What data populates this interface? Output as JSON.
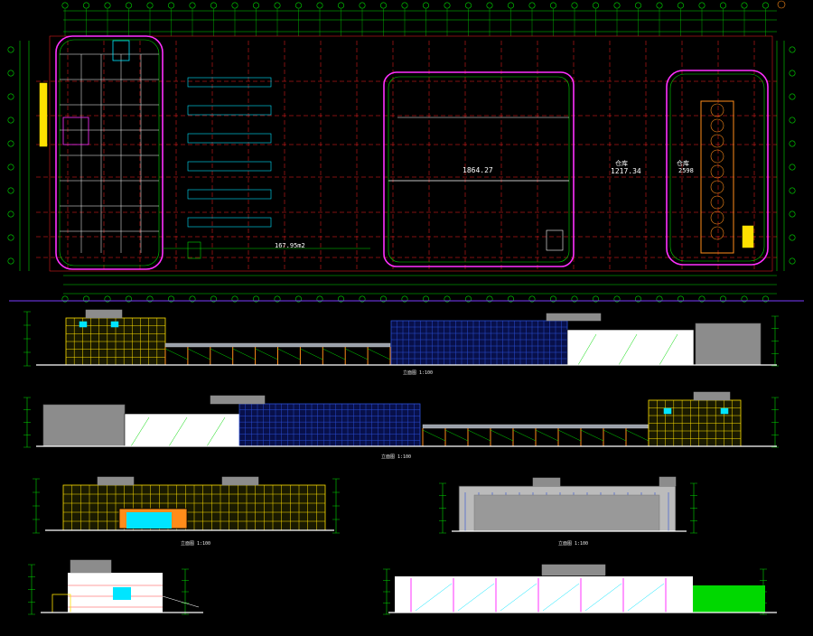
{
  "plan": {
    "area_middle": "1864.27",
    "area_right_label": "仓库",
    "area_right": "1217.34",
    "area_side_label": "仓库",
    "area_side": "2598",
    "area_shed": "167.95m2"
  },
  "captions": {
    "elev_1": "立面图 1:100",
    "elev_2": "立面图 1:100",
    "elev_3": "立面图 1:100",
    "elev_4": "立面图 1:100"
  },
  "colors": {
    "grid_green": "#00d800",
    "axis_red": "#ff2020",
    "wall_magenta": "#ff30ff",
    "facade_blue": "#2b4fd6",
    "facade_yellow": "#ffe000",
    "cyan": "#00e5ff",
    "roof_gray": "#8c8c8c",
    "divider_purple": "#7a3cff",
    "orange": "#ff8c1a"
  }
}
